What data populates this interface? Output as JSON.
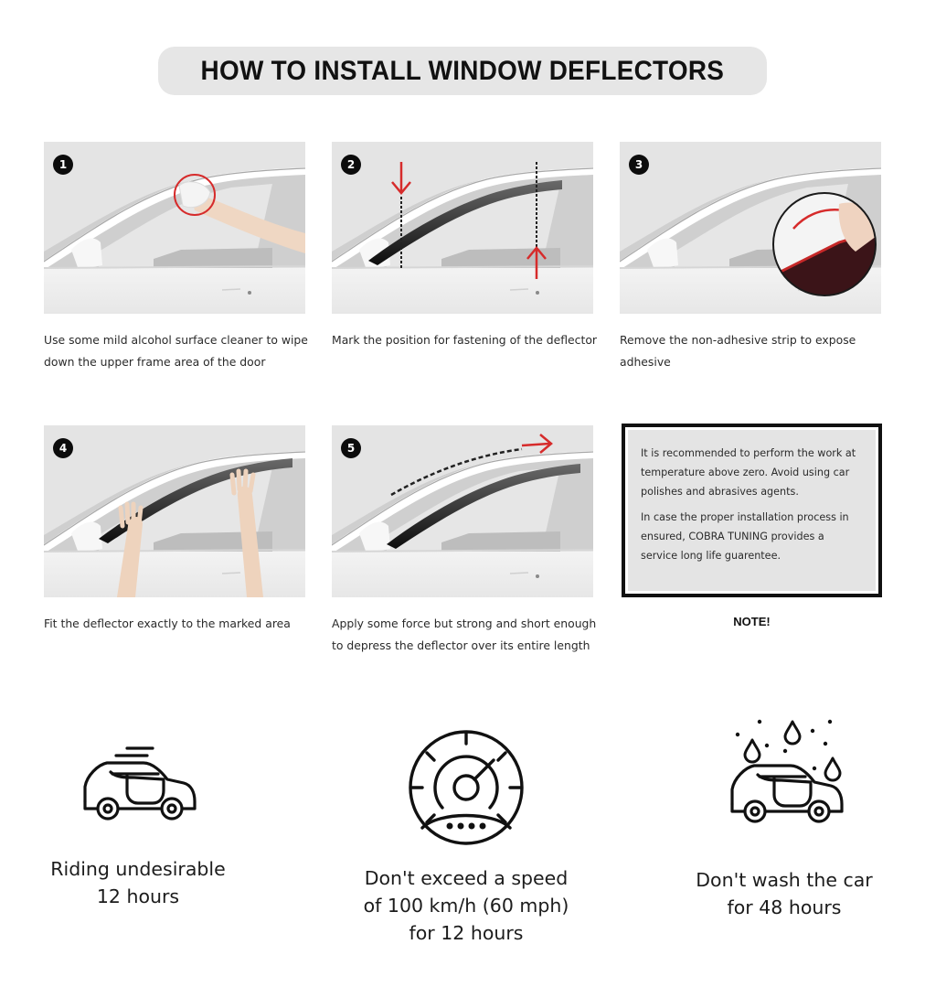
{
  "header": {
    "title": "HOW TO INSTALL WINDOW DEFLECTORS"
  },
  "steps": [
    {
      "number": "1",
      "caption": "Use some mild alcohol surface cleaner to wipe down the upper frame area of the door",
      "illustration": "hand-wiping-door-frame"
    },
    {
      "number": "2",
      "caption": "Mark the position for fastening of the deflector",
      "illustration": "deflector-marking-arrows"
    },
    {
      "number": "3",
      "caption": "Remove the non-adhesive strip to expose adhesive",
      "illustration": "peeling-adhesive-strip-closeup"
    },
    {
      "number": "4",
      "caption": "Fit the deflector exactly to the marked area",
      "illustration": "hands-fitting-deflector"
    },
    {
      "number": "5",
      "caption": "Apply some force but strong and short enough to depress the deflector over its entire length",
      "illustration": "pressing-along-deflector-arrow"
    }
  ],
  "note": {
    "label": "NOTE!",
    "paragraphs": [
      "It is recommended to perform the work at temperature above zero. Avoid using car polishes and abrasives agents.",
      "In case the proper installation process in ensured, COBRA TUNING provides a service long life guarentee."
    ]
  },
  "tips": [
    {
      "icon": "car-speeding-icon",
      "line1": "Riding undesirable",
      "line2": "12 hours",
      "line3": ""
    },
    {
      "icon": "speedometer-icon",
      "line1": "Don't exceed a speed",
      "line2": "of 100 km/h (60 mph)",
      "line3": "for 12 hours"
    },
    {
      "icon": "car-rain-drops-icon",
      "line1": "Don't wash the car",
      "line2": "for 48 hours",
      "line3": ""
    }
  ],
  "colors": {
    "accent_red": "#d62b2b",
    "title_bg": "#e6e6e6",
    "photo_bg": "#e3e3e3",
    "ink": "#111111"
  }
}
